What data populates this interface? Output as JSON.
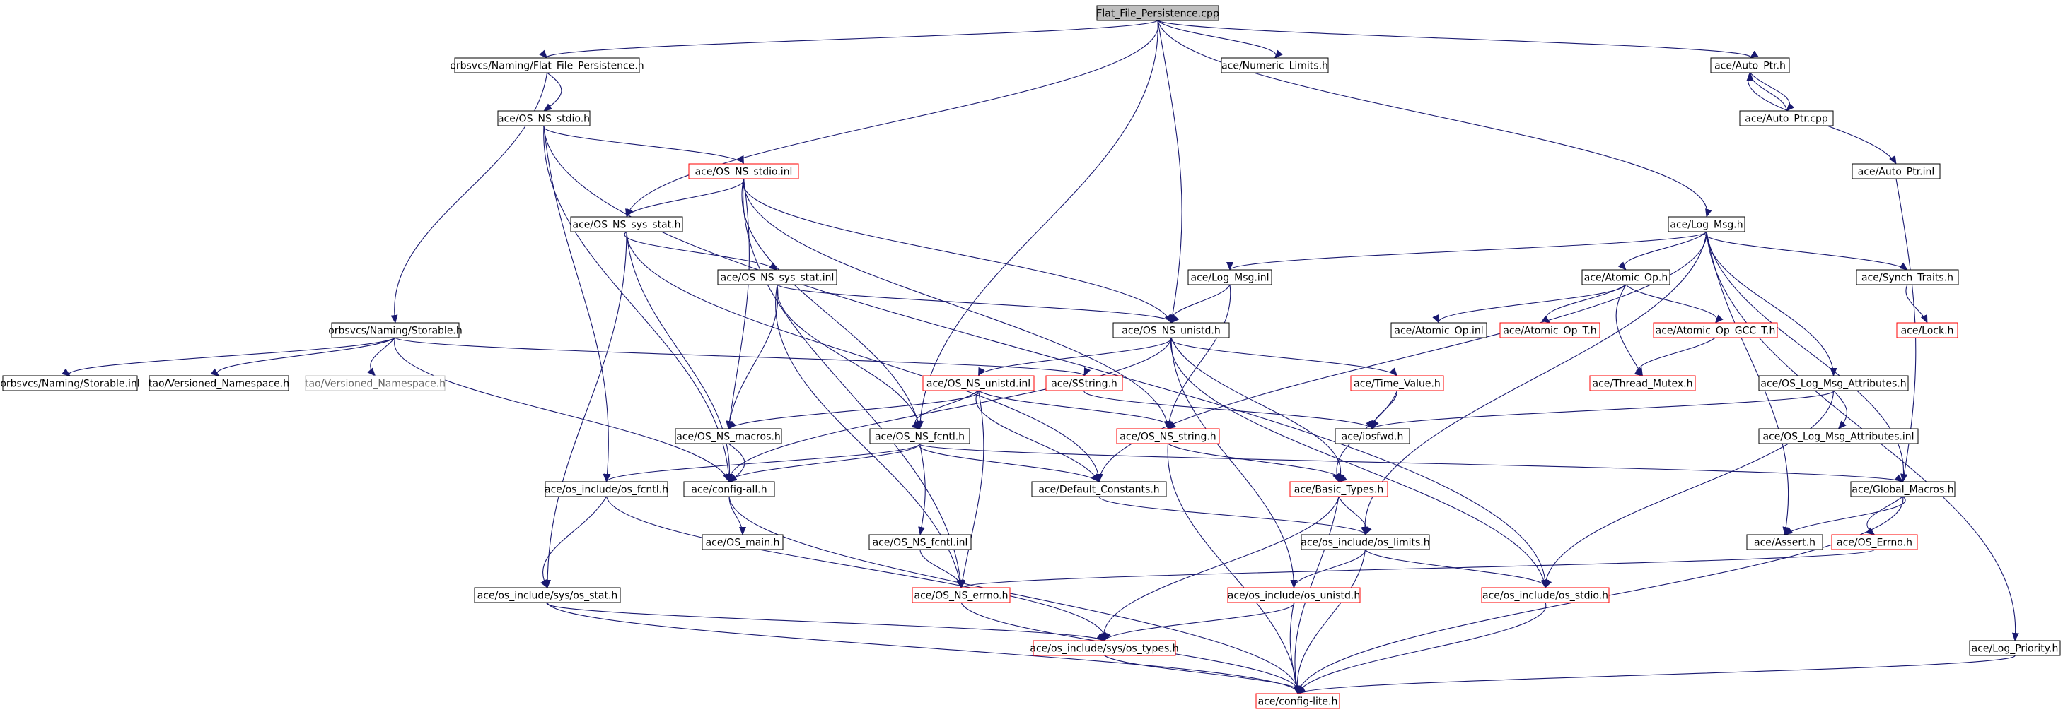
{
  "colors": {
    "edge": "#191970",
    "node_border_normal": "#000000",
    "node_border_truncated": "#ff0000",
    "node_border_unresolved": "#bfbfbf",
    "root_fill": "#bfbfbf",
    "text": "#000000",
    "text_unresolved": "#666666"
  },
  "nodes": [
    {
      "id": "root",
      "label": "Flat_File_Persistence.cpp",
      "style": "root"
    },
    {
      "id": "ffp_h",
      "label": "orbsvcs/Naming/Flat_File_Persistence.h",
      "style": "normal"
    },
    {
      "id": "numlim",
      "label": "ace/Numeric_Limits.h",
      "style": "normal"
    },
    {
      "id": "autoptr_h",
      "label": "ace/Auto_Ptr.h",
      "style": "normal"
    },
    {
      "id": "autoptr_cpp",
      "label": "ace/Auto_Ptr.cpp",
      "style": "normal"
    },
    {
      "id": "autoptr_inl",
      "label": "ace/Auto_Ptr.inl",
      "style": "normal"
    },
    {
      "id": "stdio_h",
      "label": "ace/OS_NS_stdio.h",
      "style": "normal"
    },
    {
      "id": "stdio_inl",
      "label": "ace/OS_NS_stdio.inl",
      "style": "truncated"
    },
    {
      "id": "sysstat_h",
      "label": "ace/OS_NS_sys_stat.h",
      "style": "normal"
    },
    {
      "id": "sysstat_inl",
      "label": "ace/OS_NS_sys_stat.inl",
      "style": "normal"
    },
    {
      "id": "logmsg_h",
      "label": "ace/Log_Msg.h",
      "style": "normal"
    },
    {
      "id": "logmsg_inl",
      "label": "ace/Log_Msg.inl",
      "style": "normal"
    },
    {
      "id": "atomic_h",
      "label": "ace/Atomic_Op.h",
      "style": "normal"
    },
    {
      "id": "synch",
      "label": "ace/Synch_Traits.h",
      "style": "normal"
    },
    {
      "id": "storable_h",
      "label": "orbsvcs/Naming/Storable.h",
      "style": "normal"
    },
    {
      "id": "storable_inl",
      "label": "orbsvcs/Naming/Storable.inl",
      "style": "normal"
    },
    {
      "id": "versioned1",
      "label": "tao/Versioned_Namespace.h",
      "style": "normal"
    },
    {
      "id": "versioned2",
      "label": "tao/Versioned_Namespace.h",
      "style": "unresolved"
    },
    {
      "id": "unistd_h",
      "label": "ace/OS_NS_unistd.h",
      "style": "normal"
    },
    {
      "id": "atomic_inl",
      "label": "ace/Atomic_Op.inl",
      "style": "normal"
    },
    {
      "id": "atomic_t",
      "label": "ace/Atomic_Op_T.h",
      "style": "truncated"
    },
    {
      "id": "atomic_gcc",
      "label": "ace/Atomic_Op_GCC_T.h",
      "style": "truncated"
    },
    {
      "id": "lock",
      "label": "ace/Lock.h",
      "style": "truncated"
    },
    {
      "id": "unistd_inl",
      "label": "ace/OS_NS_unistd.inl",
      "style": "truncated"
    },
    {
      "id": "sstring",
      "label": "ace/SString.h",
      "style": "truncated"
    },
    {
      "id": "timevalue",
      "label": "ace/Time_Value.h",
      "style": "truncated"
    },
    {
      "id": "threadmutex",
      "label": "ace/Thread_Mutex.h",
      "style": "truncated"
    },
    {
      "id": "logattr_h",
      "label": "ace/OS_Log_Msg_Attributes.h",
      "style": "normal"
    },
    {
      "id": "macros",
      "label": "ace/OS_NS_macros.h",
      "style": "normal"
    },
    {
      "id": "fcntl_h",
      "label": "ace/OS_NS_fcntl.h",
      "style": "normal"
    },
    {
      "id": "string_h",
      "label": "ace/OS_NS_string.h",
      "style": "truncated"
    },
    {
      "id": "iosfwd",
      "label": "ace/iosfwd.h",
      "style": "normal"
    },
    {
      "id": "logattr_inl",
      "label": "ace/OS_Log_Msg_Attributes.inl",
      "style": "normal"
    },
    {
      "id": "osi_fcntl",
      "label": "ace/os_include/os_fcntl.h",
      "style": "normal"
    },
    {
      "id": "configall",
      "label": "ace/config-all.h",
      "style": "normal"
    },
    {
      "id": "defconst",
      "label": "ace/Default_Constants.h",
      "style": "normal"
    },
    {
      "id": "basictypes",
      "label": "ace/Basic_Types.h",
      "style": "truncated"
    },
    {
      "id": "globalmacros",
      "label": "ace/Global_Macros.h",
      "style": "normal"
    },
    {
      "id": "osmain",
      "label": "ace/OS_main.h",
      "style": "normal"
    },
    {
      "id": "fcntl_inl",
      "label": "ace/OS_NS_fcntl.inl",
      "style": "normal"
    },
    {
      "id": "limits",
      "label": "ace/os_include/os_limits.h",
      "style": "normal"
    },
    {
      "id": "assert",
      "label": "ace/Assert.h",
      "style": "normal"
    },
    {
      "id": "oserrno",
      "label": "ace/OS_Errno.h",
      "style": "truncated"
    },
    {
      "id": "sysstat_osi",
      "label": "ace/os_include/sys/os_stat.h",
      "style": "normal"
    },
    {
      "id": "errno",
      "label": "ace/OS_NS_errno.h",
      "style": "truncated"
    },
    {
      "id": "osi_unistd",
      "label": "ace/os_include/os_unistd.h",
      "style": "truncated"
    },
    {
      "id": "osi_stdio",
      "label": "ace/os_include/os_stdio.h",
      "style": "truncated"
    },
    {
      "id": "systypes",
      "label": "ace/os_include/sys/os_types.h",
      "style": "truncated"
    },
    {
      "id": "logprio",
      "label": "ace/Log_Priority.h",
      "style": "normal"
    },
    {
      "id": "configlite",
      "label": "ace/config-lite.h",
      "style": "truncated"
    }
  ],
  "edges": [
    [
      "root",
      "ffp_h"
    ],
    [
      "root",
      "numlim"
    ],
    [
      "root",
      "autoptr_h"
    ],
    [
      "root",
      "logmsg_h"
    ],
    [
      "root",
      "sysstat_h"
    ],
    [
      "root",
      "unistd_h"
    ],
    [
      "root",
      "fcntl_h"
    ],
    [
      "autoptr_h",
      "autoptr_cpp"
    ],
    [
      "autoptr_cpp",
      "autoptr_h"
    ],
    [
      "autoptr_h",
      "autoptr_inl"
    ],
    [
      "autoptr_inl",
      "globalmacros"
    ],
    [
      "ffp_h",
      "stdio_h"
    ],
    [
      "ffp_h",
      "storable_h"
    ],
    [
      "stdio_h",
      "stdio_inl"
    ],
    [
      "stdio_h",
      "osi_stdio"
    ],
    [
      "stdio_h",
      "configall"
    ],
    [
      "stdio_h",
      "osi_fcntl"
    ],
    [
      "stdio_inl",
      "sysstat_h"
    ],
    [
      "stdio_inl",
      "unistd_h"
    ],
    [
      "stdio_inl",
      "fcntl_h"
    ],
    [
      "stdio_inl",
      "macros"
    ],
    [
      "stdio_inl",
      "string_h"
    ],
    [
      "stdio_inl",
      "errno"
    ],
    [
      "sysstat_h",
      "sysstat_inl"
    ],
    [
      "sysstat_h",
      "configall"
    ],
    [
      "sysstat_h",
      "sysstat_osi"
    ],
    [
      "sysstat_h",
      "defconst"
    ],
    [
      "sysstat_inl",
      "unistd_h"
    ],
    [
      "sysstat_inl",
      "fcntl_h"
    ],
    [
      "sysstat_inl",
      "macros"
    ],
    [
      "sysstat_inl",
      "errno"
    ],
    [
      "storable_h",
      "storable_inl"
    ],
    [
      "storable_h",
      "versioned1"
    ],
    [
      "storable_h",
      "versioned2"
    ],
    [
      "storable_h",
      "sstring"
    ],
    [
      "storable_h",
      "configall"
    ],
    [
      "logmsg_h",
      "logmsg_inl"
    ],
    [
      "logmsg_h",
      "atomic_h"
    ],
    [
      "logmsg_h",
      "synch"
    ],
    [
      "logmsg_h",
      "logattr_h"
    ],
    [
      "logmsg_h",
      "globalmacros"
    ],
    [
      "logmsg_h",
      "assert"
    ],
    [
      "logmsg_h",
      "logprio"
    ],
    [
      "logmsg_h",
      "defconst"
    ],
    [
      "logmsg_h",
      "limits"
    ],
    [
      "logmsg_inl",
      "unistd_h"
    ],
    [
      "logmsg_inl",
      "string_h"
    ],
    [
      "atomic_h",
      "atomic_inl"
    ],
    [
      "atomic_h",
      "atomic_t"
    ],
    [
      "atomic_h",
      "atomic_gcc"
    ],
    [
      "atomic_h",
      "threadmutex"
    ],
    [
      "atomic_gcc",
      "threadmutex"
    ],
    [
      "synch",
      "lock"
    ],
    [
      "logattr_h",
      "logattr_inl"
    ],
    [
      "logattr_h",
      "iosfwd"
    ],
    [
      "logattr_h",
      "osi_stdio"
    ],
    [
      "unistd_h",
      "unistd_inl"
    ],
    [
      "unistd_h",
      "timevalue"
    ],
    [
      "unistd_h",
      "basictypes"
    ],
    [
      "unistd_h",
      "configall"
    ],
    [
      "unistd_h",
      "osi_unistd"
    ],
    [
      "unistd_h",
      "osi_stdio"
    ],
    [
      "unistd_inl",
      "macros"
    ],
    [
      "unistd_inl",
      "fcntl_h"
    ],
    [
      "unistd_inl",
      "string_h"
    ],
    [
      "unistd_inl",
      "defconst"
    ],
    [
      "unistd_inl",
      "errno"
    ],
    [
      "sstring",
      "iosfwd"
    ],
    [
      "timevalue",
      "iosfwd"
    ],
    [
      "timevalue",
      "basictypes"
    ],
    [
      "macros",
      "configall"
    ],
    [
      "fcntl_h",
      "fcntl_inl"
    ],
    [
      "fcntl_h",
      "configall"
    ],
    [
      "fcntl_h",
      "osi_fcntl"
    ],
    [
      "fcntl_h",
      "globalmacros"
    ],
    [
      "fcntl_h",
      "defconst"
    ],
    [
      "string_h",
      "basictypes"
    ],
    [
      "string_h",
      "configlite"
    ],
    [
      "osi_fcntl",
      "sysstat_osi"
    ],
    [
      "osi_fcntl",
      "systypes"
    ],
    [
      "configall",
      "osmain"
    ],
    [
      "configall",
      "configlite"
    ],
    [
      "defconst",
      "limits"
    ],
    [
      "basictypes",
      "limits"
    ],
    [
      "basictypes",
      "systypes"
    ],
    [
      "basictypes",
      "configlite"
    ],
    [
      "globalmacros",
      "assert"
    ],
    [
      "globalmacros",
      "oserrno"
    ],
    [
      "globalmacros",
      "configlite"
    ],
    [
      "oserrno",
      "errno"
    ],
    [
      "fcntl_inl",
      "errno"
    ],
    [
      "limits",
      "osi_unistd"
    ],
    [
      "limits",
      "osi_stdio"
    ],
    [
      "limits",
      "configlite"
    ],
    [
      "sysstat_osi",
      "systypes"
    ],
    [
      "sysstat_osi",
      "configlite"
    ],
    [
      "errno",
      "configlite"
    ],
    [
      "osi_unistd",
      "systypes"
    ],
    [
      "osi_unistd",
      "configlite"
    ],
    [
      "osi_stdio",
      "configlite"
    ],
    [
      "systypes",
      "configlite"
    ],
    [
      "logprio",
      "configlite"
    ]
  ]
}
